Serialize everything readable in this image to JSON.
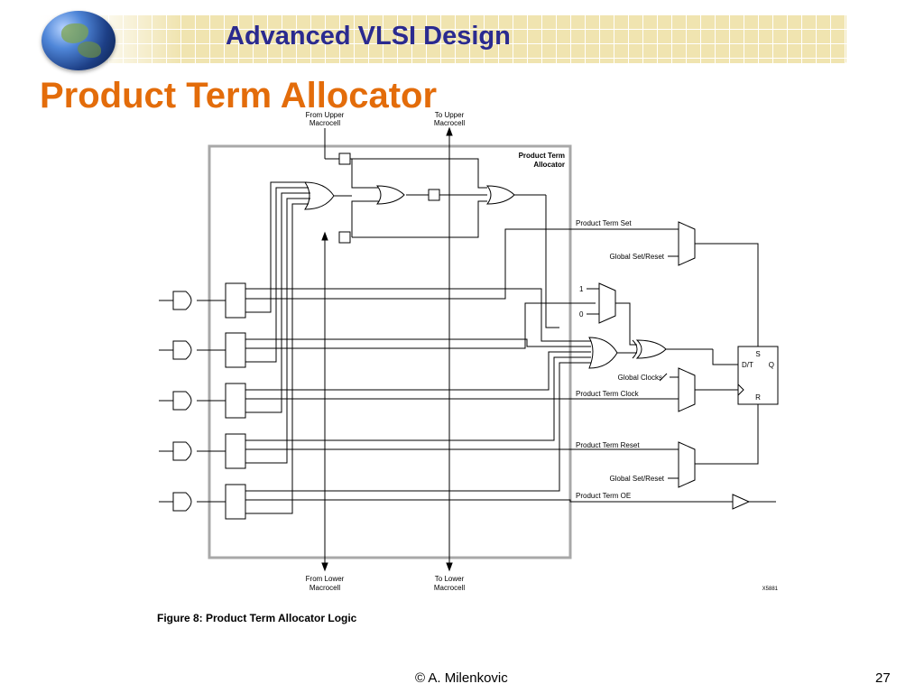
{
  "header": {
    "course_title": "Advanced VLSI Design",
    "globe_icon": "globe-icon"
  },
  "slide": {
    "title": "Product Term Allocator"
  },
  "diagram": {
    "labels": {
      "from_upper_1": "From Upper",
      "from_upper_2": "Macrocell",
      "to_upper_1": "To Upper",
      "to_upper_2": "Macrocell",
      "from_lower_1": "From Lower",
      "from_lower_2": "Macrocell",
      "to_lower_1": "To Lower",
      "to_lower_2": "Macrocell",
      "pta_1": "Product Term",
      "pta_2": "Allocator",
      "pt_set": "Product Term Set",
      "gsr_1": "Global Set/Reset",
      "one": "1",
      "zero": "0",
      "global_clocks": "Global Clocks",
      "pt_clock": "Product Term Clock",
      "pt_reset": "Product Term Reset",
      "gsr_2": "Global Set/Reset",
      "pt_oe": "Product Term OE",
      "ff_s": "S",
      "ff_dt": "D/T",
      "ff_q": "Q",
      "ff_r": "R",
      "fig_id": "X5881"
    },
    "caption": "Figure 8:   Product Term Allocator Logic"
  },
  "footer": {
    "author": "© A. Milenkovic",
    "page": "27"
  }
}
